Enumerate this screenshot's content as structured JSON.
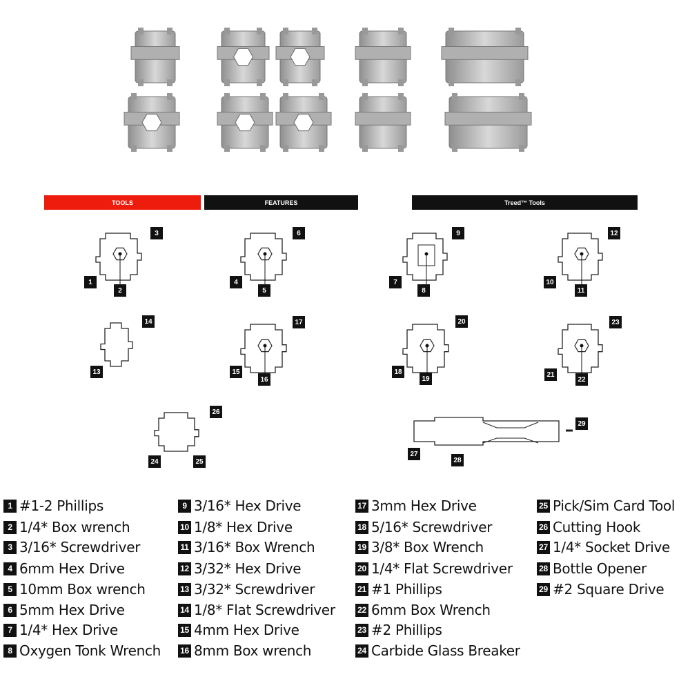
{
  "headers": {
    "tools": "TOOLS",
    "features": "FEATURES",
    "treed": "Treed™ Tools"
  },
  "colors": {
    "tools_bar": "#ee1c0c",
    "features_bar": "#111111",
    "treed_bar": "#111111",
    "metal": "#b9b9b9"
  },
  "legend": [
    {
      "num": "1",
      "label": "#1-2 Phillips"
    },
    {
      "num": "2",
      "label": "1/4* Box wrench"
    },
    {
      "num": "3",
      "label": "3/16* Screwdriver"
    },
    {
      "num": "4",
      "label": "6mm Hex Drive"
    },
    {
      "num": "5",
      "label": "10mm Box wrench"
    },
    {
      "num": "6",
      "label": "5mm Hex Drive"
    },
    {
      "num": "7",
      "label": "1/4* Hex Drive"
    },
    {
      "num": "8",
      "label": "Oxygen Tonk Wrench"
    },
    {
      "num": "9",
      "label": "3/16* Hex Drive"
    },
    {
      "num": "10",
      "label": "1/8* Hex Drive"
    },
    {
      "num": "11",
      "label": "3/16* Box Wrench"
    },
    {
      "num": "12",
      "label": "3/32* Hex Drive"
    },
    {
      "num": "13",
      "label": "3/32* Screwdriver"
    },
    {
      "num": "14",
      "label": "1/8* Flat Screwdriver"
    },
    {
      "num": "15",
      "label": "4mm Hex Drive"
    },
    {
      "num": "16",
      "label": "8mm Box wrench"
    },
    {
      "num": "17",
      "label": "3mm Hex Drive"
    },
    {
      "num": "18",
      "label": "5/16* Screwdriver"
    },
    {
      "num": "19",
      "label": "3/8* Box Wrench"
    },
    {
      "num": "20",
      "label": "1/4* Flat Screwdriver"
    },
    {
      "num": "21",
      "label": "#1 Phillips"
    },
    {
      "num": "22",
      "label": "6mm Box Wrench"
    },
    {
      "num": "23",
      "label": "#2 Phillips"
    },
    {
      "num": "24",
      "label": "Carbide Glass Breaker"
    },
    {
      "num": "25",
      "label": "Pick/Sim Card Tool"
    },
    {
      "num": "26",
      "label": "Cutting Hook"
    },
    {
      "num": "27",
      "label": "1/4* Socket Drive"
    },
    {
      "num": "28",
      "label": "Bottle Opener"
    },
    {
      "num": "29",
      "label": "#2 Square Drive"
    }
  ]
}
